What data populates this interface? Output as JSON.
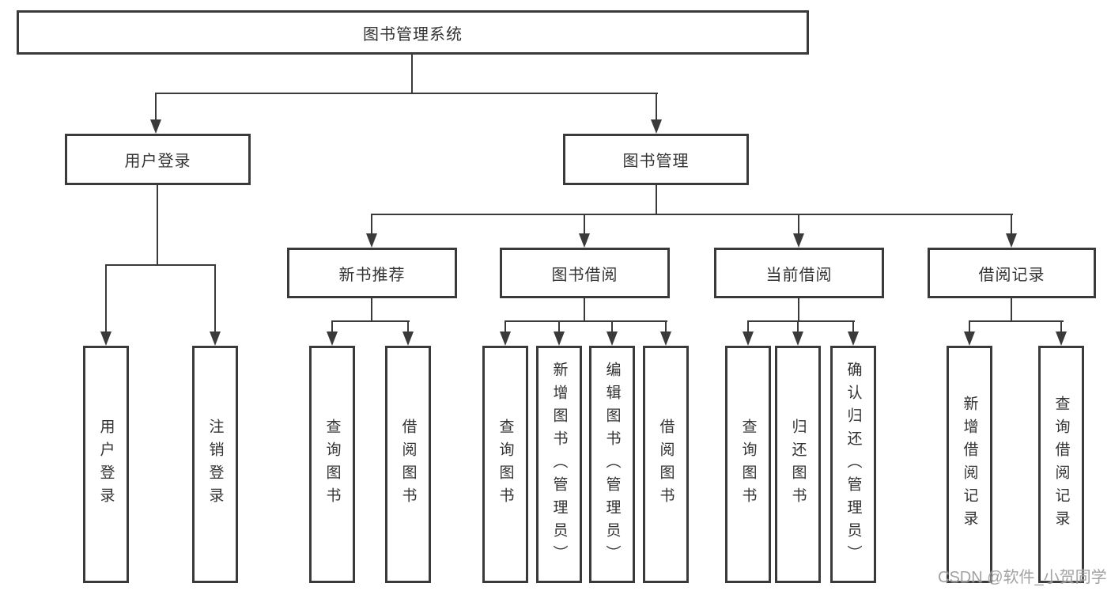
{
  "tree": {
    "root": {
      "label": "图书管理系统"
    },
    "branches": [
      {
        "label": "用户登录",
        "children": [
          {
            "label": "用户登录"
          },
          {
            "label": "注销登录"
          }
        ]
      },
      {
        "label": "图书管理",
        "children": [
          {
            "label": "新书推荐",
            "children": [
              {
                "label": "查询图书"
              },
              {
                "label": "借阅图书"
              }
            ]
          },
          {
            "label": "图书借阅",
            "children": [
              {
                "label": "查询图书"
              },
              {
                "label": "新增图书（管理员）"
              },
              {
                "label": "编辑图书（管理员）"
              },
              {
                "label": "借阅图书"
              }
            ]
          },
          {
            "label": "当前借阅",
            "children": [
              {
                "label": "查询图书"
              },
              {
                "label": "归还图书"
              },
              {
                "label": "确认归还（管理员）"
              }
            ]
          },
          {
            "label": "借阅记录",
            "children": [
              {
                "label": "新增借阅记录"
              },
              {
                "label": "查询借阅记录"
              }
            ]
          }
        ]
      }
    ]
  },
  "watermark": {
    "text": "CSDN @软件_小贺同学"
  },
  "colors": {
    "line": "#3a3a3a",
    "text": "#333333",
    "bg": "#ffffff",
    "watermark": "#9b9b9b"
  }
}
